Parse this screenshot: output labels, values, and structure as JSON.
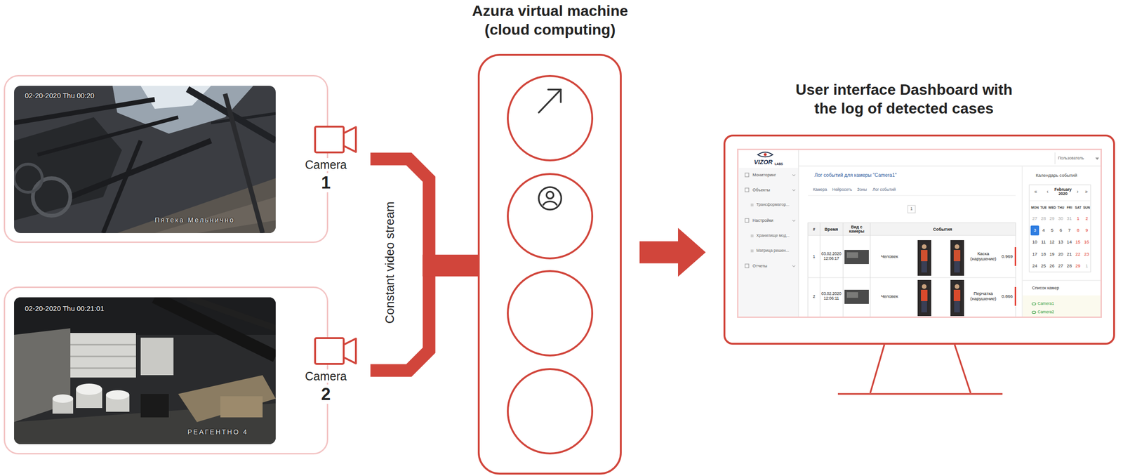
{
  "diagram": {
    "nodes": [
      {
        "text": [
          "Camera",
          "1"
        ]
      },
      {
        "text": [
          "Camera",
          "2"
        ]
      },
      {
        "text": [
          "Azura virtual machine (cloud computing)"
        ]
      },
      {
        "text": [
          "User interface Dashboard with the log of detected cases"
        ]
      }
    ],
    "edges": [
      {
        "from": 0,
        "to": 2,
        "arrow": "none"
      },
      {
        "from": 1,
        "to": 2,
        "arrow": "none"
      },
      {
        "from": 2,
        "to": 3,
        "arrow": "to"
      }
    ],
    "labels": [
      "02-20-2020 Thu 00:20",
      "Пятека Мельнично",
      "02-20-2020 Thu 00:21:01",
      "РЕАГЕНТНО 4",
      "Constant video stream",
      "VIZOR",
      "LABS",
      "Пользователь",
      "Мониторинг",
      "Объекты",
      "Трансформатор...",
      "Настройки",
      "Хранилище мод...",
      "Матрица решен...",
      "Отчеты",
      "Лог событий для камеры \"Camera1\"",
      "Камера",
      "Нейросеть",
      "Зоны",
      "Лог событий",
      "1",
      "#",
      "Время",
      "Вид с камеры",
      "События",
      "1",
      "03.02.2020 12:06:17",
      "Человек",
      "Каска (нарушение)",
      "0.969",
      "2",
      "03.02.2020 12:06:11",
      "Человек",
      "Перчатка (нарушение)",
      "0.866",
      "Календарь событий",
      "«",
      "‹",
      "February 2020",
      "›",
      "»",
      "MON",
      "TUE",
      "WED",
      "THU",
      "FRI",
      "SAT",
      "SUN",
      "27",
      "28",
      "29",
      "30",
      "31",
      "1",
      "2",
      "3",
      "4",
      "5",
      "6",
      "7",
      "8",
      "9",
      "10",
      "11",
      "12",
      "13",
      "14",
      "15",
      "16",
      "17",
      "18",
      "19",
      "20",
      "21",
      "22",
      "23",
      "24",
      "25",
      "26",
      "27",
      "28",
      "29",
      "1",
      "Список камер",
      "Camera1",
      "Camera2"
    ]
  }
}
